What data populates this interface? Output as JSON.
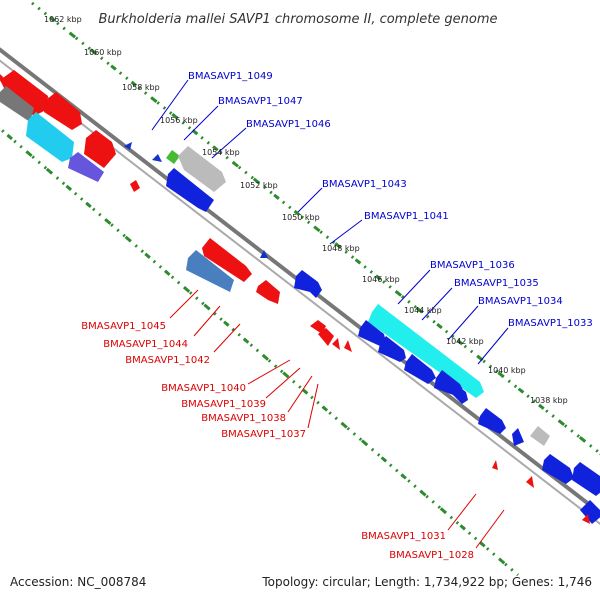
{
  "title": "Burkholderia mallei SAVP1 chromosome II, complete genome",
  "footer": {
    "accession": "Accession: NC_008784",
    "summary": "Topology: circular; Length: 1,734,922 bp; Genes: 1,746"
  },
  "colors": {
    "forward_label": "#0000cc",
    "reverse_label": "#dd0000",
    "ruler_dots": "#2e8b2e",
    "backbone": "#777777"
  },
  "ruler_ticks": [
    "1062 kbp",
    "1060 kbp",
    "1058 kbp",
    "1056 kbp",
    "1054 kbp",
    "1052 kbp",
    "1050 kbp",
    "1048 kbp",
    "1046 kbp",
    "1044 kbp",
    "1042 kbp",
    "1040 kbp",
    "1038 kbp"
  ],
  "forward_genes": [
    "BMASAVP1_1049",
    "BMASAVP1_1047",
    "BMASAVP1_1046",
    "BMASAVP1_1043",
    "BMASAVP1_1041",
    "BMASAVP1_1036",
    "BMASAVP1_1035",
    "BMASAVP1_1034",
    "BMASAVP1_1033"
  ],
  "reverse_genes": [
    "BMASAVP1_1045",
    "BMASAVP1_1044",
    "BMASAVP1_1042",
    "BMASAVP1_1040",
    "BMASAVP1_1039",
    "BMASAVP1_1038",
    "BMASAVP1_1037",
    "BMASAVP1_1031",
    "BMASAVP1_1028"
  ]
}
